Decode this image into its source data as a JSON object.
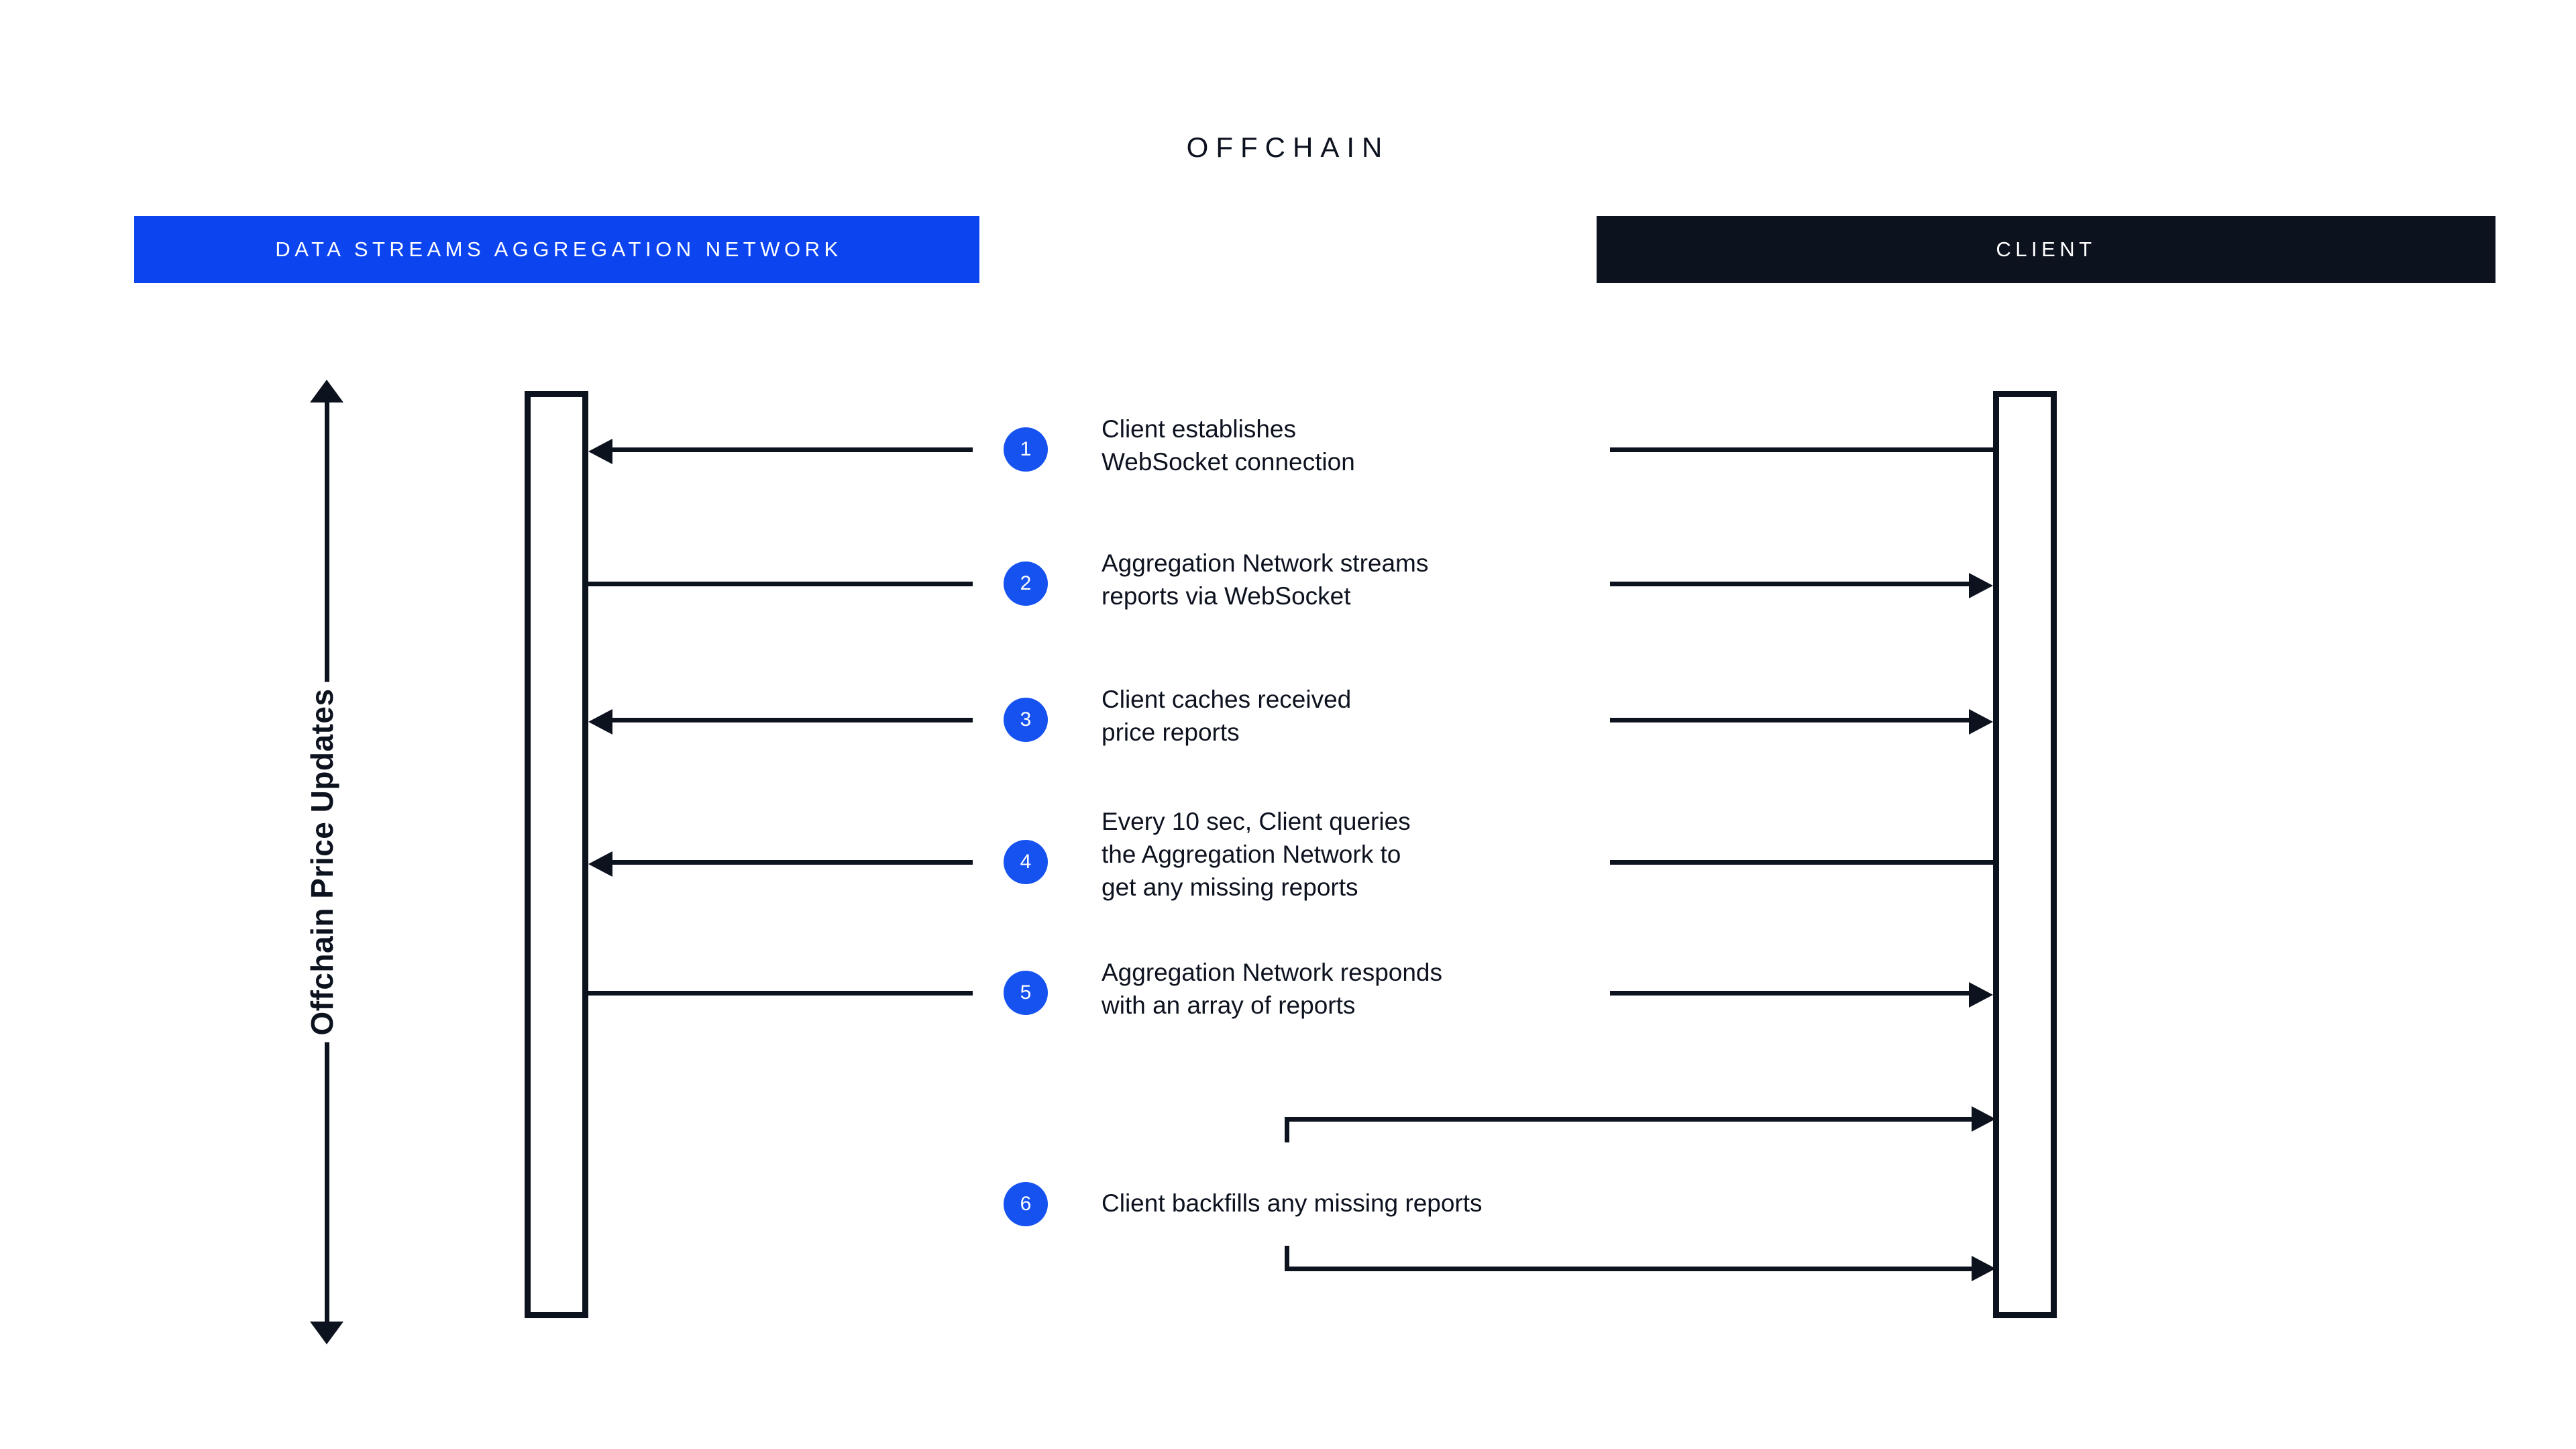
{
  "title": "OFFCHAIN",
  "colors": {
    "brand_blue": "#0c45f0",
    "badge_blue": "#1652f0",
    "ink": "#0d121f",
    "background": "#ffffff"
  },
  "actors": {
    "left": {
      "label": "DATA STREAMS AGGREGATION NETWORK",
      "bar_color": "#0c45f0"
    },
    "right": {
      "label": "CLIENT",
      "bar_color": "#0d121f"
    }
  },
  "axis": {
    "caption": "Offchain Price Updates",
    "direction": "bidirectional"
  },
  "steps": [
    {
      "number": "1",
      "text": "Client establishes\nWebSocket connection",
      "direction": "right-to-left",
      "from": "client",
      "to": "network"
    },
    {
      "number": "2",
      "text": "Aggregation Network streams\nreports via WebSocket",
      "direction": "left-to-right",
      "from": "network",
      "to": "client"
    },
    {
      "number": "3",
      "text": "Client caches received\nprice reports",
      "direction": "right-to-left",
      "from": "client",
      "to": "network"
    },
    {
      "number": "4",
      "text": "Every 10 sec, Client queries\nthe Aggregation Network to\nget any missing reports",
      "direction": "right-to-left",
      "from": "client",
      "to": "network"
    },
    {
      "number": "5",
      "text": "Aggregation Network responds\nwith an array of reports",
      "direction": "left-to-right",
      "from": "network",
      "to": "client"
    },
    {
      "number": "6",
      "text": "Client backfills any missing reports",
      "direction": "self-loop",
      "from": "client",
      "to": "client"
    }
  ]
}
